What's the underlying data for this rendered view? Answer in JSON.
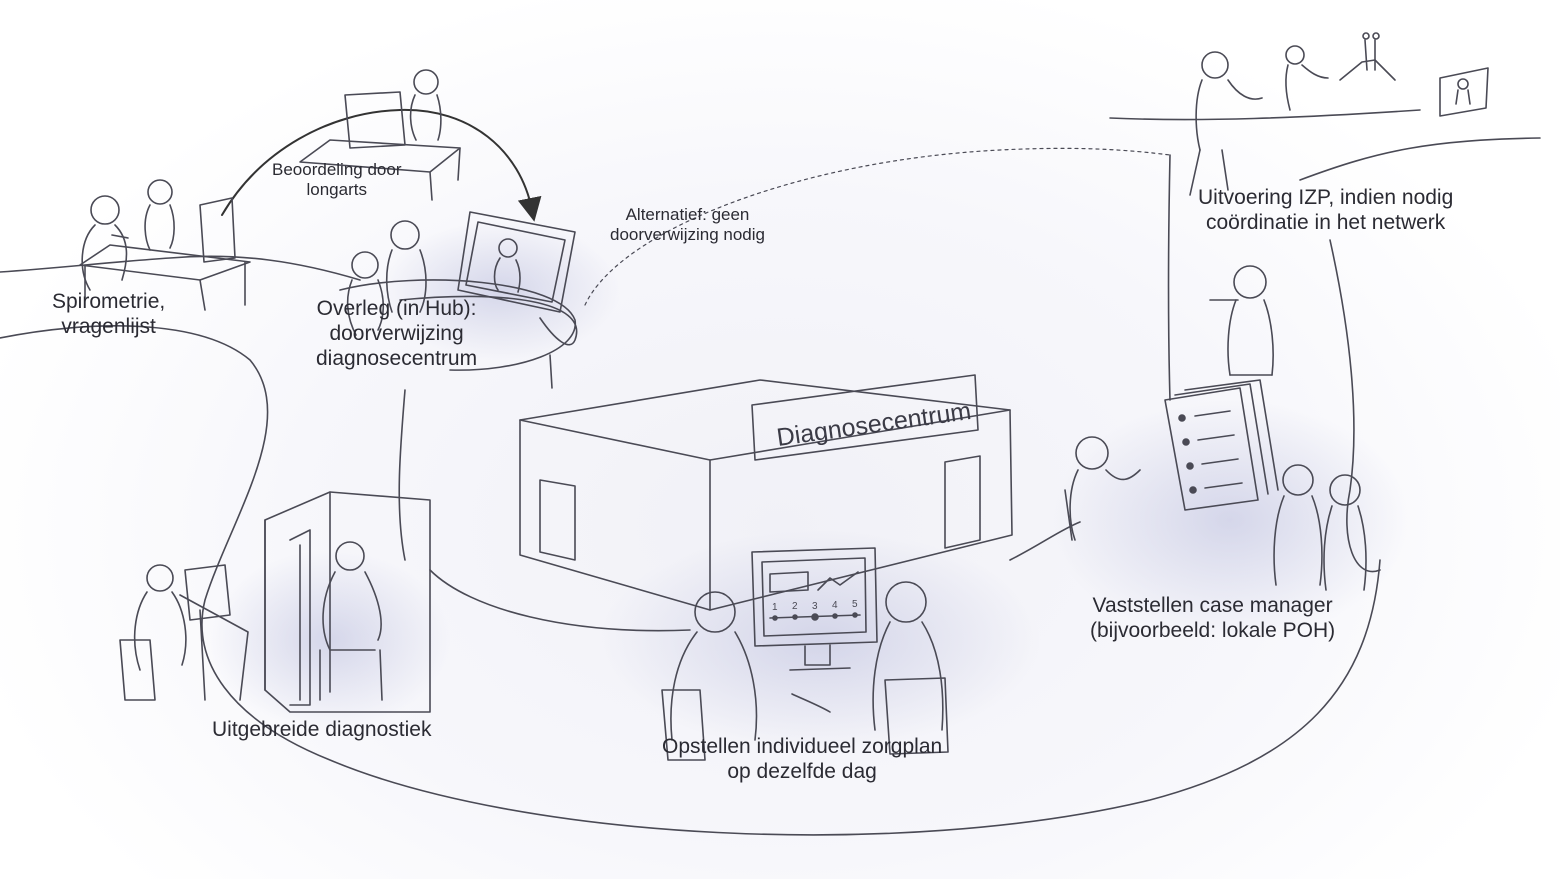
{
  "labels": {
    "spirometrie": [
      "Spirometrie,",
      "vragenlijst"
    ],
    "beoordeling": [
      "Beoordeling door",
      "longarts"
    ],
    "overleg": [
      "Overleg (in Hub):",
      "doorverwijzing",
      "diagnosecentrum"
    ],
    "alternatief": [
      "Alternatief: geen",
      "doorverwijzing nodig"
    ],
    "uitvoering": [
      "Uitvoering IZP, indien nodig",
      "coördinatie in het netwerk"
    ],
    "vaststellen": [
      "Vaststellen case manager",
      "(bijvoorbeeld: lokale POH)"
    ],
    "uitgebreide": [
      "Uitgebreide diagnostiek"
    ],
    "opstellen": [
      "Opstellen individueel zorgplan",
      "op dezelfde dag"
    ]
  },
  "building_sign": "Diagnosecentrum",
  "monitor_scale": [
    "1",
    "2",
    "3",
    "4",
    "5"
  ],
  "colors": {
    "line": "#4a4a55",
    "shade": "#c9cbe3",
    "text": "#2b2b33"
  }
}
